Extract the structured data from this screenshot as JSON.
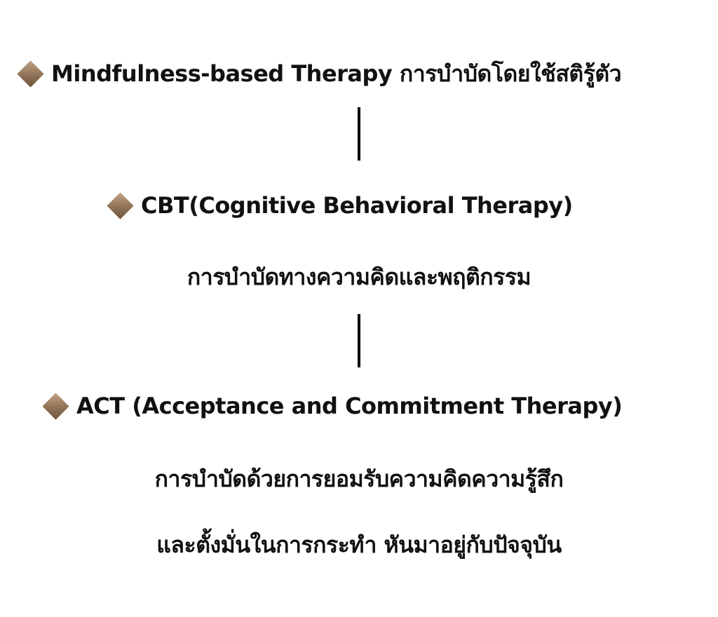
{
  "diagram": {
    "nodes": [
      {
        "title": "Mindfulness-based Therapy การบำบัดโดยใช้สติรู้ตัว",
        "lines": []
      },
      {
        "title": "CBT(Cognitive Behavioral Therapy)",
        "lines": [
          "การบำบัดทางความคิดและพฤติกรรม"
        ]
      },
      {
        "title": "ACT (Acceptance and Commitment Therapy)",
        "lines": [
          "การบำบัดด้วยการยอมรับความคิดความรู้สึก",
          "และตั้งมั่นในการกระทำ หันมาอยู่กับปัจจุบัน"
        ]
      }
    ],
    "marker_icon": "diamond-bullet-icon",
    "marker_color": "#a6876a",
    "connector_color": "#000000"
  }
}
